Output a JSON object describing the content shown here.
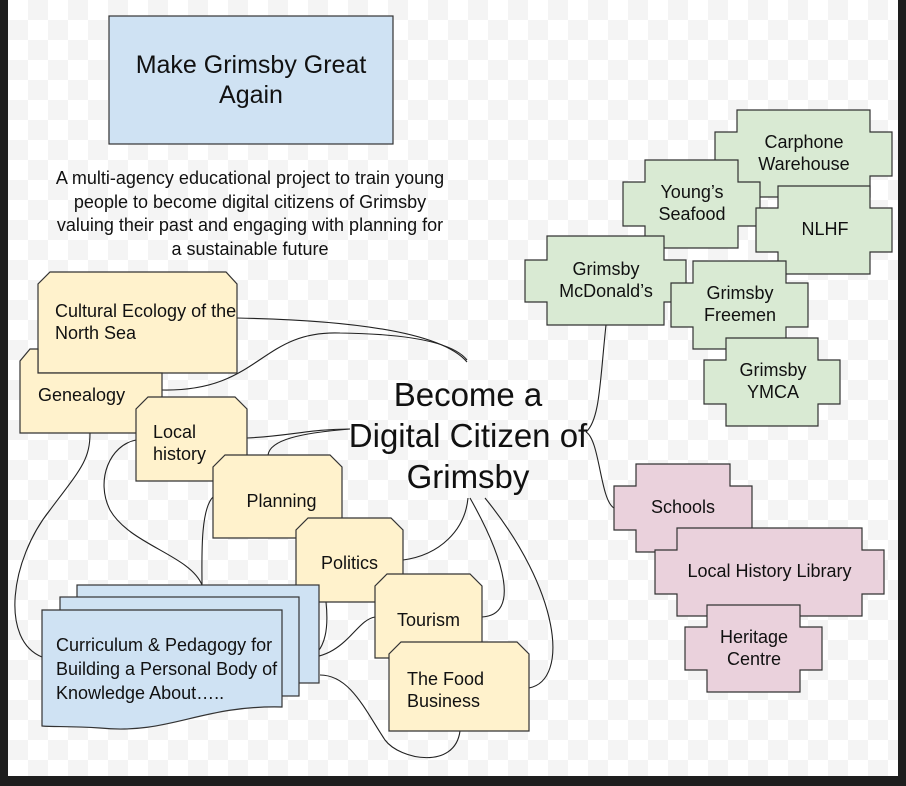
{
  "title_box": {
    "text": "Make Grimsby Great Again"
  },
  "description": "A multi-agency educational project to train young people to become digital citizens of Grimsby valuing their past and engaging with planning for a sustainable future",
  "central": "Become a Digital Citizen of Grimsby",
  "topics": {
    "cultural_ecology": "Cultural Ecology of the North Sea",
    "genealogy": "Genealogy",
    "local_history": "Local history",
    "planning": "Planning",
    "politics": "Politics",
    "tourism": "Tourism",
    "food": "The Food Business"
  },
  "curriculum": "Curriculum & Pedagogy for Building a Personal Body of Knowledge About…..",
  "partners": {
    "carphone": "Carphone Warehouse",
    "youngs": "Young’s Seafood",
    "nlhf": "NLHF",
    "mcdonalds": "Grimsby McDonald’s",
    "freemen": "Grimsby Freemen",
    "ymca": "Grimsby YMCA"
  },
  "institutions": {
    "schools": "Schools",
    "library": "Local History Library",
    "heritage": "Heritage Centre"
  },
  "colors": {
    "blue": "#cfe2f3",
    "yellow": "#fff2cc",
    "green": "#d9ead3",
    "pink": "#ead1dc",
    "stroke": "#333333"
  }
}
